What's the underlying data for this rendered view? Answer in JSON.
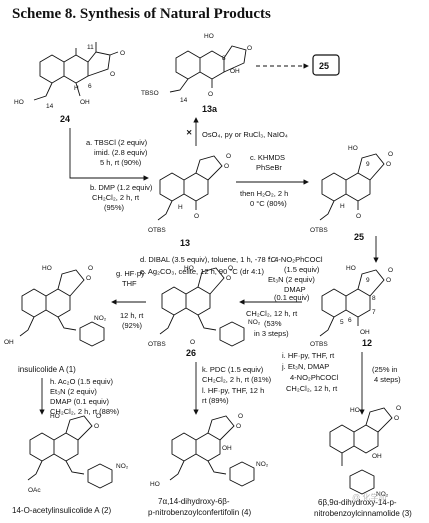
{
  "scheme_title": "Scheme 8. Synthesis of Natural Products",
  "compounds": {
    "c24": "24",
    "c13a": "13a",
    "c25box": "25",
    "c13": "13",
    "c25": "25",
    "c26": "26",
    "c12": "12",
    "c1": "insulicolide A (1)",
    "c2": "14-O-acetylinsulicolide  A (2)",
    "c4a": "7α,14-dihydroxy-6β-",
    "c4b": "p-nitrobenzoylconfertifolin (4)",
    "c3a": "6β,9α-dihydroxy-14-p-",
    "c3b": "nitrobenzoylcinnamolide (3)"
  },
  "reagents": {
    "top_oxidation": "OsO₄, py or RuCl₃, NaIO₄",
    "a1": "a. TBSCl (2 equiv)",
    "a2": "imid. (2.8 equiv)",
    "a3": "5 h, rt (90%)",
    "b1": "b. DMP (1.2 equiv)",
    "b2": "CH₂Cl₂, 2 h, rt",
    "b3": "(95%)",
    "c1": "c. KHMDS",
    "c2": "PhSeBr",
    "c3": "then H₂O₂, 2 h",
    "c4": "0 °C (80%)",
    "d": "d. DIBAL (3.5 equiv), toluene, 1 h, -78 °C",
    "e": "e. Ag₂CO₃, celite, 12 h, 90 °C (dr 4:1)",
    "f1": "f. 4-NO₂PhCOCl",
    "f2": "(1.5 equiv)",
    "f3": "Et₃N (2 equiv)",
    "f4": "DMAP",
    "f5": "(0.1 equiv)",
    "f6": "CH₂Cl₂, 12 h, rt",
    "f7": "(53%",
    "f8": "in 3 steps)",
    "g1": "g. HF·py",
    "g2": "THF",
    "g3": "12 h, rt",
    "g4": "(92%)",
    "h1": "h. Ac₂O (1.5 equiv)",
    "h2": "Et₃N (2 equiv)",
    "h3": "DMAP (0.1 equiv)",
    "h4": "CH₂Cl₂, 2 h, rt (88%)",
    "k1": "k. PDC (1.5 equiv)",
    "k2": "CH₂Cl₂, 2 h, rt (81%)",
    "l1": "l. HF·py, THF, 12 h",
    "l2": "rt (89%)",
    "i1": "i. HF·py, THF, rt",
    "j1": "j. Et₃N, DMAP",
    "j2": "4-NO₂PhCOCl",
    "j3": "CH₂Cl₂, 12 h, rt",
    "y1": "(25% in",
    "y2": "4 steps)"
  },
  "atoms": {
    "O": "O",
    "OH": "OH",
    "HO": "HO",
    "H": "H",
    "OTBS": "OTBS",
    "TBSO": "TBSO",
    "OAc": "OAc",
    "NO2": "NO₂",
    "n11": "11",
    "n6": "6",
    "n14": "14",
    "n8": "8",
    "n9": "9",
    "n7": "7",
    "n5": "5"
  },
  "watermark": "@ 化学加"
}
